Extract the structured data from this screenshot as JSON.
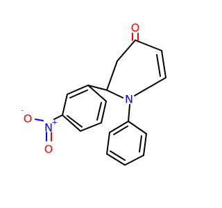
{
  "molecule": {
    "atoms": {
      "carbonyl_oxygen": "O",
      "ring_nitrogen": "N",
      "nitro_nitrogen": "N",
      "nitro_oxygen_minus": "O",
      "nitro_oxygen_double": "O",
      "nitro_nitrogen_charge": "+",
      "nitro_oxygen_charge": "-"
    },
    "colors": {
      "bond": "#000000",
      "oxygen": "#ff0000",
      "nitrogen": "#0000ff"
    }
  }
}
